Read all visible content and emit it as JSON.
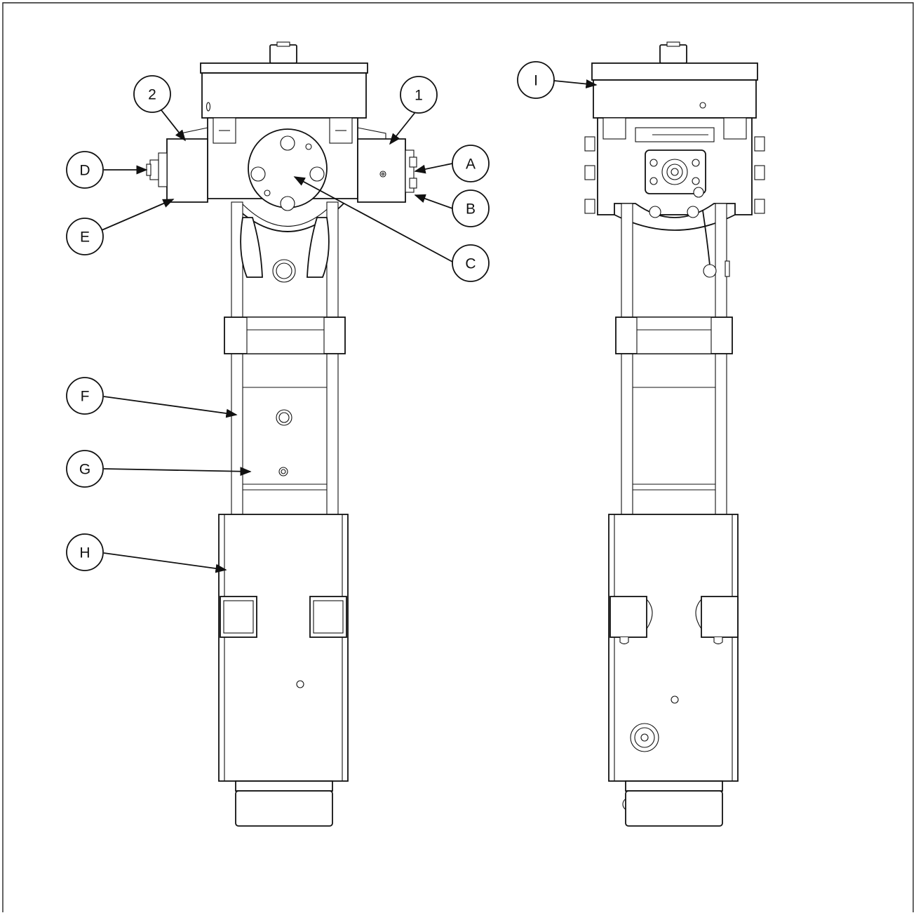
{
  "callouts": [
    {
      "id": "label-2",
      "text": "2"
    },
    {
      "id": "label-1",
      "text": "1"
    },
    {
      "id": "label-D",
      "text": "D"
    },
    {
      "id": "label-A",
      "text": "A"
    },
    {
      "id": "label-B",
      "text": "B"
    },
    {
      "id": "label-E",
      "text": "E"
    },
    {
      "id": "label-C",
      "text": "C"
    },
    {
      "id": "label-F",
      "text": "F"
    },
    {
      "id": "label-G",
      "text": "G"
    },
    {
      "id": "label-H",
      "text": "H"
    },
    {
      "id": "label-I",
      "text": "I"
    }
  ]
}
